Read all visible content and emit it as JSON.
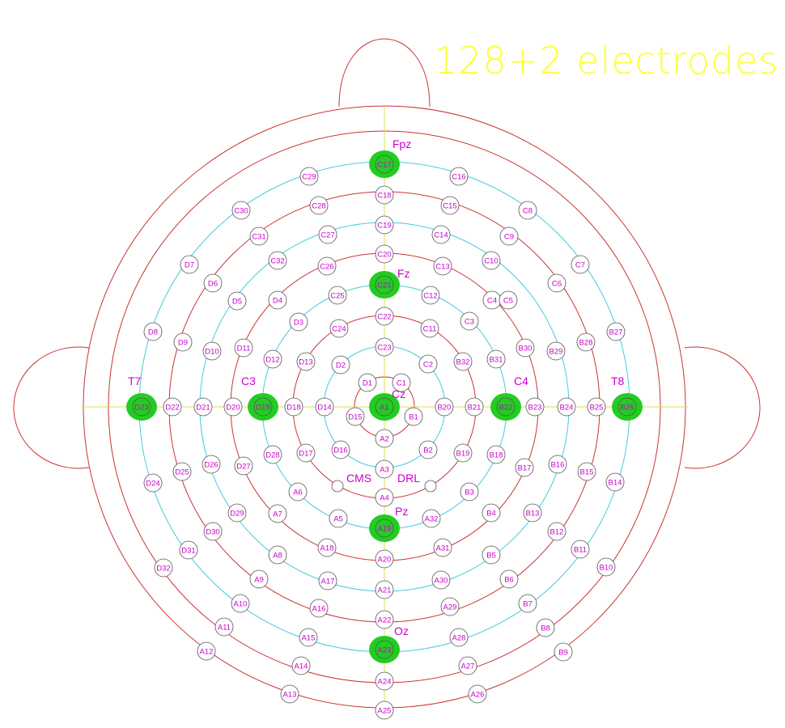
{
  "title": "128+2 electrodes",
  "colors": {
    "head_outline": "#cc3333",
    "ring_red": "#cc3333",
    "ring_cyan": "#44ccdd",
    "axis": "#dddd55",
    "label": "#cc00cc",
    "highlight": "#22cc22",
    "electrode_stroke": "#555555",
    "title": "#ffff33"
  },
  "electrodes": [
    "A1",
    "A2",
    "A3",
    "A4",
    "A5",
    "A6",
    "A7",
    "A8",
    "A9",
    "A10",
    "A11",
    "A12",
    "A13",
    "A14",
    "A15",
    "A16",
    "A17",
    "A18",
    "A19",
    "A20",
    "A21",
    "A22",
    "A23",
    "A24",
    "A25",
    "A26",
    "A27",
    "A28",
    "A29",
    "A30",
    "A31",
    "A32",
    "B1",
    "B2",
    "B3",
    "B4",
    "B5",
    "B6",
    "B7",
    "B8",
    "B9",
    "B10",
    "B11",
    "B12",
    "B13",
    "B14",
    "B15",
    "B16",
    "B17",
    "B18",
    "B19",
    "B20",
    "B21",
    "B22",
    "B23",
    "B24",
    "B25",
    "B26",
    "B27",
    "B28",
    "B29",
    "B30",
    "B31",
    "B32",
    "C1",
    "C2",
    "C3",
    "C4",
    "C5",
    "C6",
    "C7",
    "C8",
    "C9",
    "C10",
    "C11",
    "C12",
    "C13",
    "C14",
    "C15",
    "C16",
    "C17",
    "C18",
    "C19",
    "C20",
    "C21",
    "C22",
    "C23",
    "C24",
    "C25",
    "C26",
    "C27",
    "C28",
    "C29",
    "C30",
    "C31",
    "C32",
    "D1",
    "D2",
    "D3",
    "D4",
    "D5",
    "D6",
    "D7",
    "D8",
    "D9",
    "D10",
    "D11",
    "D12",
    "D13",
    "D14",
    "D15",
    "D16",
    "D17",
    "D18",
    "D19",
    "D20",
    "D21",
    "D22",
    "D23",
    "D24",
    "D25",
    "D26",
    "D27",
    "D28",
    "D29",
    "D30",
    "D31",
    "D32"
  ],
  "highlighted": [
    {
      "id": "C17",
      "label": "Fpz"
    },
    {
      "id": "C21",
      "label": "Fz"
    },
    {
      "id": "A1",
      "label": "Cz"
    },
    {
      "id": "D23",
      "label": "T7"
    },
    {
      "id": "D19",
      "label": "C3"
    },
    {
      "id": "B22",
      "label": "C4"
    },
    {
      "id": "B26",
      "label": "T8"
    },
    {
      "id": "A19",
      "label": "Pz"
    },
    {
      "id": "A23",
      "label": "Oz"
    }
  ],
  "reference": [
    {
      "id": "CMS",
      "label": "CMS"
    },
    {
      "id": "DRL",
      "label": "DRL"
    }
  ]
}
